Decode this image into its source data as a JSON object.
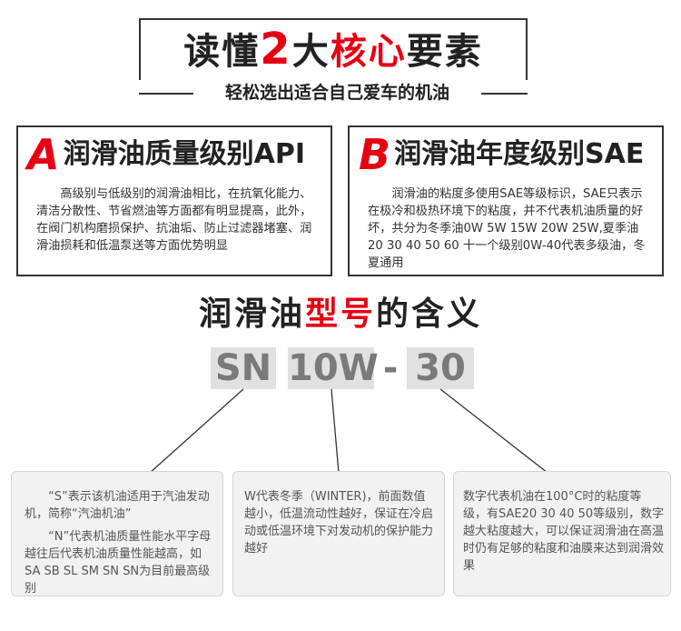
{
  "header": {
    "title_part1": "读懂",
    "title_num": "2",
    "title_part2": "大",
    "title_red": "核心",
    "title_part3": "要素",
    "subtitle": "轻松选出适合自己爱车的机油"
  },
  "box_a": {
    "letter": "A",
    "title": "润滑油质量级别API",
    "text": "高级别与低级别的润滑油相比，在抗氧化能力、清洁分散性、节省燃油等方面都有明显提高，此外，在阀门机构磨损保护、抗油垢、防止过滤器堵塞、润滑油损耗和低温泵送等方面优势明显"
  },
  "box_b": {
    "letter": "B",
    "title": "润滑油年度级别SAE",
    "text": "润滑油的粘度多使用SAE等级标识，SAE只表示在极冷和极热环境下的粘度，并不代表机油质量的好坏，共分为冬季油0W 5W 15W 20W 25W,夏季油20 30 40 50 60 十一个级别0W-40代表多级油，冬夏通用"
  },
  "section": {
    "title_black": "润滑油",
    "title_red": "型号",
    "title_black2": "的含义"
  },
  "code": {
    "part1": "SN",
    "part2": "10W",
    "dash": "-",
    "part3": "30"
  },
  "info": {
    "left_p1": "“S”表示该机油适用于汽油发动机，简称“汽油机油”",
    "left_p2": "“N”代表机油质量性能水平字母越往后代表机油质量性能越高，如SA SB SL SM SN SN为目前最高级别",
    "middle": "W代表冬季（WINTER)，前面数值越小，低温流动性越好，保证在冷启动或低温环境下对发动机的保护能力越好",
    "right": "数字代表机油在100°C时的粘度等级，有SAE20 30 40 50等级别，数字越大粘度越大，可以保证润滑油在高温时仍有足够的粘度和油膜来达到润滑效果"
  },
  "colors": {
    "accent_red": "#e60012",
    "code_bg": "#e1e1e1",
    "info_bg": "#f2f2f2"
  }
}
